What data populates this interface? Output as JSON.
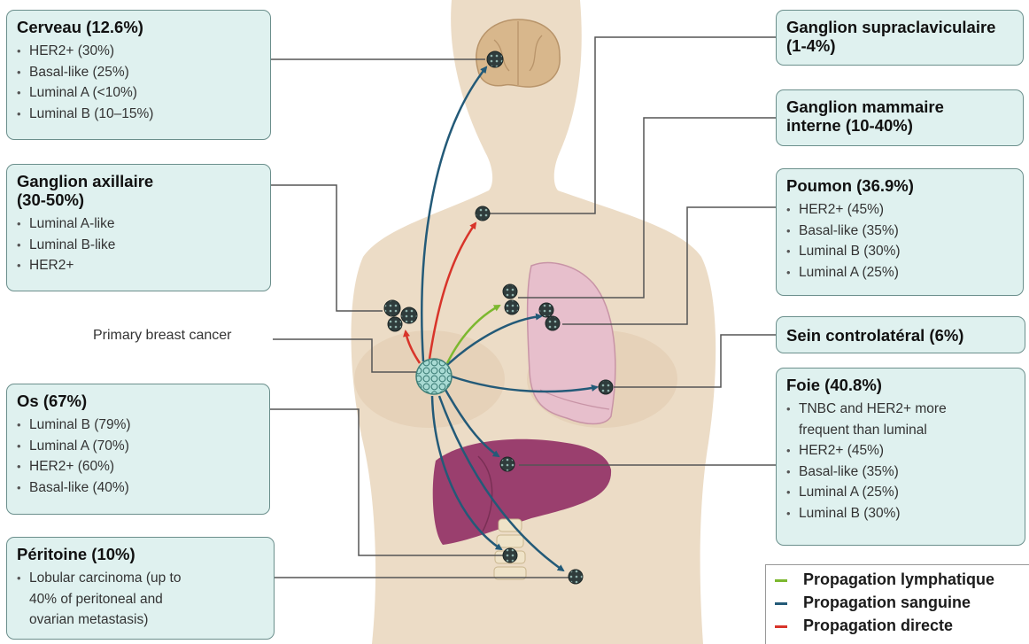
{
  "boxes": {
    "cerveau": {
      "title": "Cerveau (12.6%)",
      "items": [
        "HER2+ (30%)",
        "Basal-like (25%)",
        "Luminal A (<10%)",
        "Luminal B (10–15%)"
      ]
    },
    "ganglion_axillaire": {
      "title": "Ganglion axillaire\n(30-50%)",
      "items": [
        "Luminal A-like",
        "Luminal B-like",
        "HER2+"
      ]
    },
    "os": {
      "title": "Os (67%)",
      "items": [
        "Luminal B (79%)",
        "Luminal A (70%)",
        "HER2+ (60%)",
        "Basal-like (40%)"
      ]
    },
    "peritoine": {
      "title": "Péritoine (10%)",
      "items": [
        "Lobular carcinoma (up to\n40% of peritoneal and\novarian metastasis)"
      ]
    },
    "ganglion_supraclaviculaire": {
      "title": "Ganglion supraclaviculaire\n(1-4%)"
    },
    "ganglion_mammaire": {
      "title": "Ganglion mammaire\ninterne (10-40%)"
    },
    "poumon": {
      "title": "Poumon (36.9%)",
      "items": [
        "HER2+ (45%)",
        "Basal-like (35%)",
        "Luminal B (30%)",
        "Luminal A (25%)"
      ]
    },
    "sein": {
      "title": "Sein controlatéral (6%)"
    },
    "foie": {
      "title": "Foie (40.8%)",
      "items": [
        "TNBC and HER2+ more\nfrequent than luminal",
        "HER2+ (45%)",
        "Basal-like (35%)",
        "Luminal A (25%)",
        "Luminal B (30%)"
      ]
    }
  },
  "primary_label": "Primary breast cancer",
  "legend": [
    {
      "label": "Propagation lymphatique",
      "color": "#7cb82f"
    },
    {
      "label": "Propagation sanguine",
      "color": "#235a78"
    },
    {
      "label": "Propagation directe",
      "color": "#d8342a"
    }
  ],
  "colors": {
    "box_fill": "#dff1ef",
    "box_border": "#6b8f8c",
    "body": "#ecdcc6",
    "lung": "#e7bfcc",
    "liver": "#9a3f6e",
    "brain": "#d8b78c",
    "tumor": "#a9dbd4",
    "lymphatic": "#7cb82f",
    "blood": "#235a78",
    "direct": "#d8342a"
  }
}
